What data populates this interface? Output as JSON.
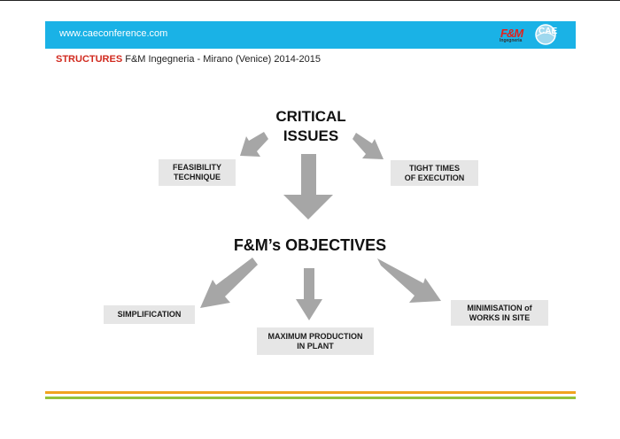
{
  "header": {
    "url": "www.caeconference.com",
    "logo_fm_text": "F&M",
    "logo_fm_sub": "Ingegneria",
    "logo_cae_text": "CAE",
    "accent_color": "#1ab2e6"
  },
  "subtitle": {
    "accent": "STRUCTURES",
    "text": " F&M Ingegneria - Mirano (Venice) 2014-2015"
  },
  "diagram": {
    "critical_line1": "CRITICAL",
    "critical_line2": "ISSUES",
    "objectives": "F&M’s OBJECTIVES",
    "issues": [
      {
        "line1": "FEASIBILITY",
        "line2": "TECHNIQUE"
      },
      {
        "line1": "TIGHT TIMES",
        "line2": "OF EXECUTION"
      }
    ],
    "objectives_list": [
      {
        "line1": "SIMPLIFICATION",
        "line2": ""
      },
      {
        "line1": "MAXIMUM PRODUCTION",
        "line2": "IN PLANT"
      },
      {
        "line1": "MINIMISATION of",
        "line2": "WORKS IN SITE"
      }
    ],
    "arrow_color": "#a6a6a6"
  }
}
